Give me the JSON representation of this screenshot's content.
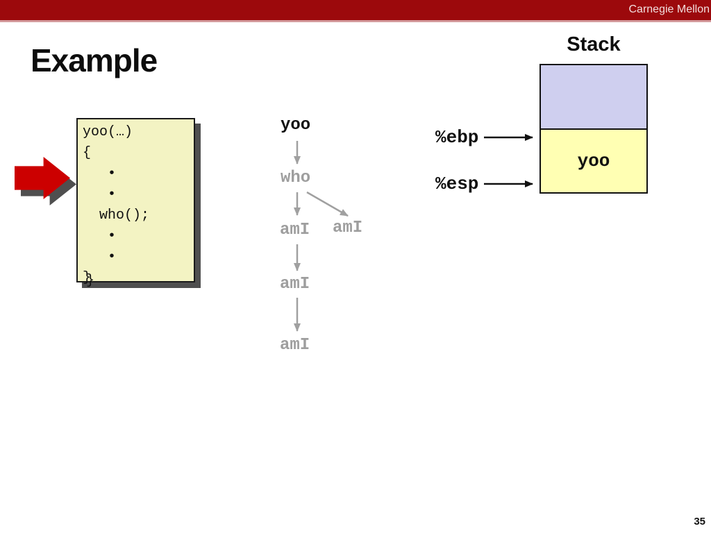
{
  "slide": {
    "brand": "Carnegie Mellon",
    "title": "Example",
    "page_number": "35"
  },
  "code_box": {
    "lines": [
      "yoo(…)",
      "{",
      "   •",
      "   •",
      "  who();",
      "   •",
      "   •",
      "}"
    ],
    "stray_brace": "}"
  },
  "call_tree": {
    "nodes": [
      {
        "id": "yoo",
        "label": "yoo",
        "state": "active"
      },
      {
        "id": "who",
        "label": "who",
        "state": "inactive"
      },
      {
        "id": "amI-1",
        "label": "amI",
        "state": "inactive"
      },
      {
        "id": "amI-2",
        "label": "amI",
        "state": "inactive"
      },
      {
        "id": "amI-3",
        "label": "amI",
        "state": "inactive"
      },
      {
        "id": "amI-4",
        "label": "amI",
        "state": "inactive"
      }
    ]
  },
  "stack_diagram": {
    "title": "Stack",
    "frames": [
      {
        "label": ""
      },
      {
        "label": "yoo"
      }
    ],
    "registers": [
      {
        "label": "%ebp"
      },
      {
        "label": "%esp"
      }
    ]
  },
  "colors": {
    "header_red": "#9C090C",
    "header_line": "#D49A9C",
    "code_box_fill": "#F3F3C3",
    "stack_frame_top": "#CFCFEF",
    "stack_frame_yoo": "#FFFFB3",
    "arrow_red": "#CC0000",
    "shadow_gray": "#4F4F4F",
    "tree_gray": "#9E9E9E"
  }
}
